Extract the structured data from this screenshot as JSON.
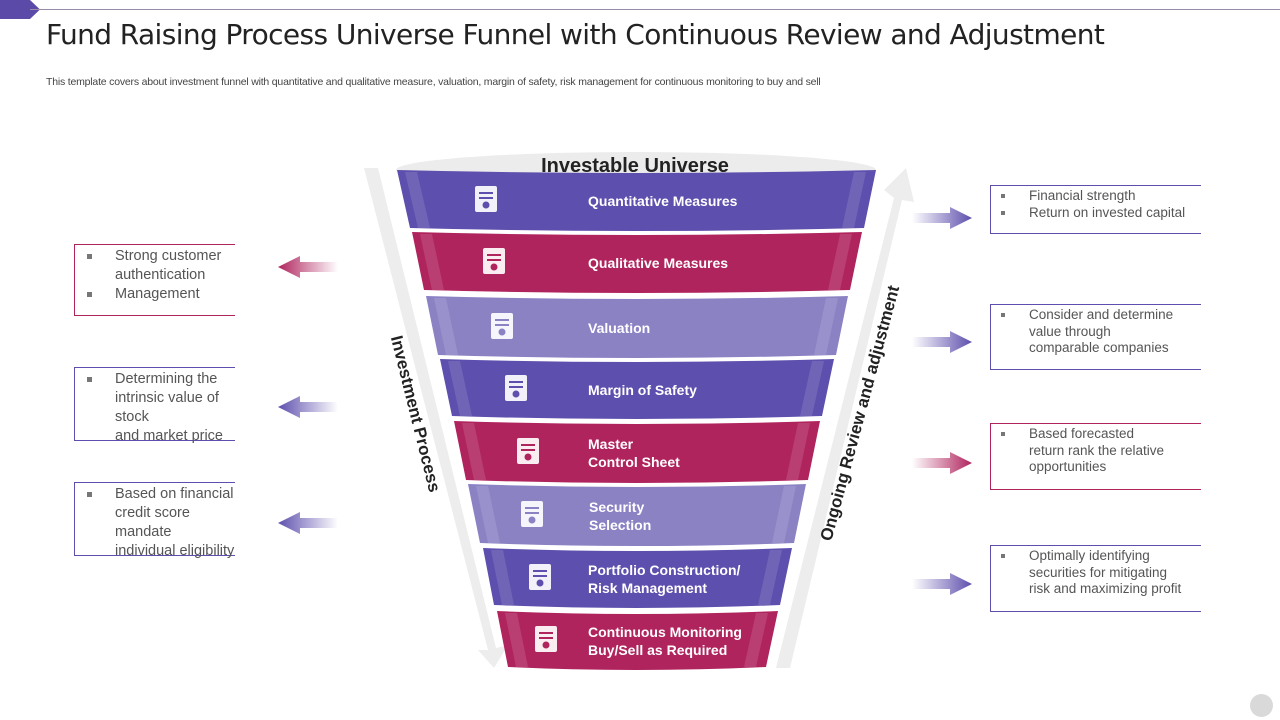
{
  "header": {
    "title": "Fund Raising Process Universe Funnel with Continuous Review and Adjustment",
    "subtitle": "This template covers about investment funnel with quantitative and qualitative measure, valuation, margin of safety, risk management for continuous monitoring to buy and sell"
  },
  "colors": {
    "accent": "#5b4aa8",
    "purple": "#5d4fad",
    "magenta": "#b0245e",
    "lavender": "#8b82c4"
  },
  "funnel": {
    "top_label": "Investable Universe",
    "left_axis_label": "Investment Process",
    "right_axis_label": "Ongoing Review and adjustment",
    "stages": [
      {
        "line1": "Quantitative Measures",
        "line2": "",
        "icon": "magnifier-chart-icon",
        "color": "purple"
      },
      {
        "line1": "Qualitative Measures",
        "line2": "",
        "icon": "notebook-pie-chart-icon",
        "color": "magenta"
      },
      {
        "line1": "Valuation",
        "line2": "",
        "icon": "documents-dollar-icon",
        "color": "lavender"
      },
      {
        "line1": "Margin of Safety",
        "line2": "",
        "icon": "laptop-growth-dollar-icon",
        "color": "purple"
      },
      {
        "line1": "Master",
        "line2": "Control Sheet",
        "icon": "checklist-document-icon",
        "color": "magenta"
      },
      {
        "line1": "Security",
        "line2": "Selection",
        "icon": "gear-lock-icon",
        "color": "lavender"
      },
      {
        "line1": "Portfolio Construction/",
        "line2": "Risk Management",
        "icon": "moneybag-umbrella-gear-icon",
        "color": "purple"
      },
      {
        "line1": "Continuous Monitoring",
        "line2": "Buy/Sell as Required",
        "icon": "coins-hierarchy-icon",
        "color": "magenta"
      }
    ]
  },
  "left_notes": [
    {
      "lines": [
        "Strong customer",
        "authentication",
        "Management"
      ],
      "bullets": [
        true,
        false,
        true
      ],
      "arrow_color": "magenta"
    },
    {
      "lines": [
        "Determining the",
        "intrinsic value  of stock",
        "and market price"
      ],
      "bullets": [
        true,
        false,
        false
      ],
      "arrow_color": "purple"
    },
    {
      "lines": [
        "Based on financial",
        "credit score mandate",
        "individual  eligibility"
      ],
      "bullets": [
        true,
        false,
        false
      ],
      "arrow_color": "purple"
    }
  ],
  "right_notes": [
    {
      "lines": [
        "Financial strength",
        "Return on invested capital"
      ],
      "bullets": [
        true,
        true
      ],
      "arrow_color": "purple"
    },
    {
      "lines": [
        "Consider and determine",
        "value through",
        "comparable companies"
      ],
      "bullets": [
        true,
        false,
        false
      ],
      "arrow_color": "purple"
    },
    {
      "lines": [
        "Based forecasted",
        "return rank the relative",
        "opportunities"
      ],
      "bullets": [
        true,
        false,
        false
      ],
      "arrow_color": "magenta"
    },
    {
      "lines": [
        "Optimally identifying",
        "securities for mitigating",
        "risk and maximizing  profit"
      ],
      "bullets": [
        true,
        false,
        false
      ],
      "arrow_color": "purple"
    }
  ]
}
